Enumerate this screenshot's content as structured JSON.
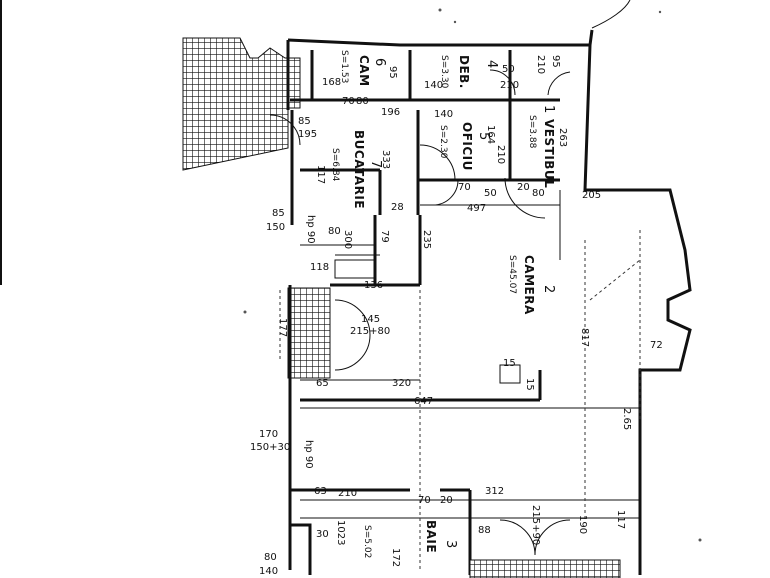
{
  "rooms": {
    "vestibul": {
      "number": "1",
      "name": "VESTIBUL",
      "area": "S=3.88"
    },
    "camera": {
      "number": "2",
      "name": "CAMERA",
      "area": "S=45.07"
    },
    "baie": {
      "number": "3",
      "name": "BAIE",
      "area": "S=5.02"
    },
    "deb": {
      "number": "4",
      "name": "DEB.",
      "area": "S=3.30"
    },
    "oficiu": {
      "number": "5",
      "name": "OFICIU",
      "area": "S=2.30"
    },
    "cam": {
      "number": "6",
      "name": "CAM",
      "area": "S=1.53"
    },
    "bucatarie": {
      "number": "7",
      "name": "BUCATARIE",
      "area": "S=6.84"
    }
  },
  "dimensions": {
    "d_210_top": "210",
    "d_95_top": "95",
    "d_95_cam": "95",
    "d_168": "168",
    "d_50_deb": "50",
    "d_140_deb": "140",
    "d_210_deb": "210",
    "d_70": "70",
    "d_80": "80",
    "d_196": "196",
    "d_140_of": "140",
    "d_85": "85",
    "d_195": "195",
    "d_263": "263",
    "d_164": "164",
    "d_333": "333",
    "d_117": "117",
    "d_210_of": "210",
    "d_70b": "70",
    "d_50b": "50",
    "d_20": "20",
    "d_80b": "80",
    "d_205": "205",
    "d_497": "497",
    "d_28": "28",
    "d_85l": "85",
    "d_150": "150",
    "d_hp90": "hp 90",
    "d_80c": "80",
    "d_300": "300",
    "d_79": "79",
    "d_235": "235",
    "d_118": "118",
    "d_136": "136",
    "d_145": "145",
    "d_215_80": "215+80",
    "d_177": "177",
    "d_817": "817",
    "d_72": "72",
    "d_15a": "15",
    "d_15b": "15",
    "d_65": "65",
    "d_320": "320",
    "d_647": "647",
    "d_170": "170",
    "d_150_30": "150+30",
    "d_hp90b": "hp 90",
    "d_265": "2.65",
    "d_63": "63",
    "d_210b": "210",
    "d_312": "312",
    "d_117b": "117",
    "d_70c": "70",
    "d_20b": "20",
    "d_88": "88",
    "d_215_90": "215+90",
    "d_190": "190",
    "d_1023": "1023",
    "d_30": "30",
    "d_80d": "80",
    "d_140b": "140",
    "d_172": "172"
  },
  "colors": {
    "ink": "#111111",
    "paper": "#ffffff"
  }
}
